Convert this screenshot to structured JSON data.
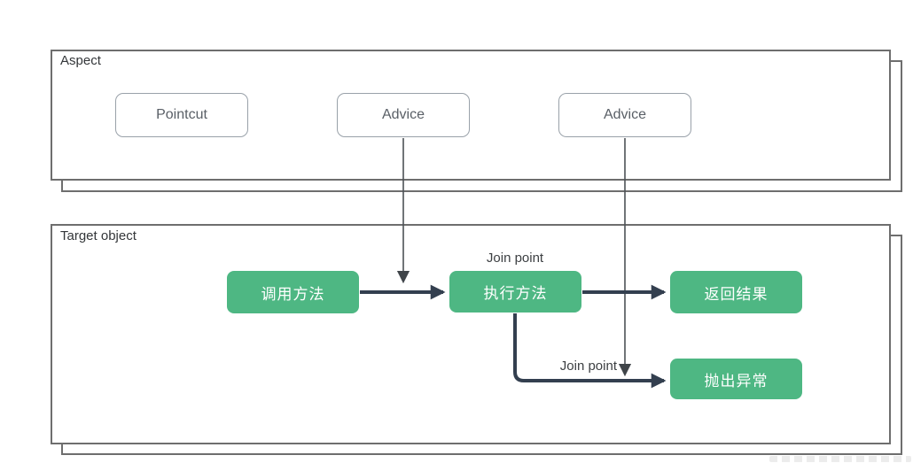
{
  "diagram": {
    "aspect": {
      "label": "Aspect",
      "nodes": [
        {
          "label": "Pointcut"
        },
        {
          "label": "Advice"
        },
        {
          "label": "Advice"
        }
      ]
    },
    "target": {
      "label": "Target object",
      "join_point_top": "Join point",
      "join_point_bottom": "Join point",
      "nodes": [
        {
          "label": "调用方法"
        },
        {
          "label": "执行方法"
        },
        {
          "label": "返回结果"
        },
        {
          "label": "抛出异常"
        }
      ]
    },
    "colors": {
      "green_node_fill": "#4eb783",
      "green_node_text": "#ffffff",
      "container_border": "#6e6e6e",
      "outline_node_border": "#99a1a9",
      "thick_arrow": "#333f4f",
      "thin_line": "#4d5257",
      "label_text": "#333639"
    }
  }
}
